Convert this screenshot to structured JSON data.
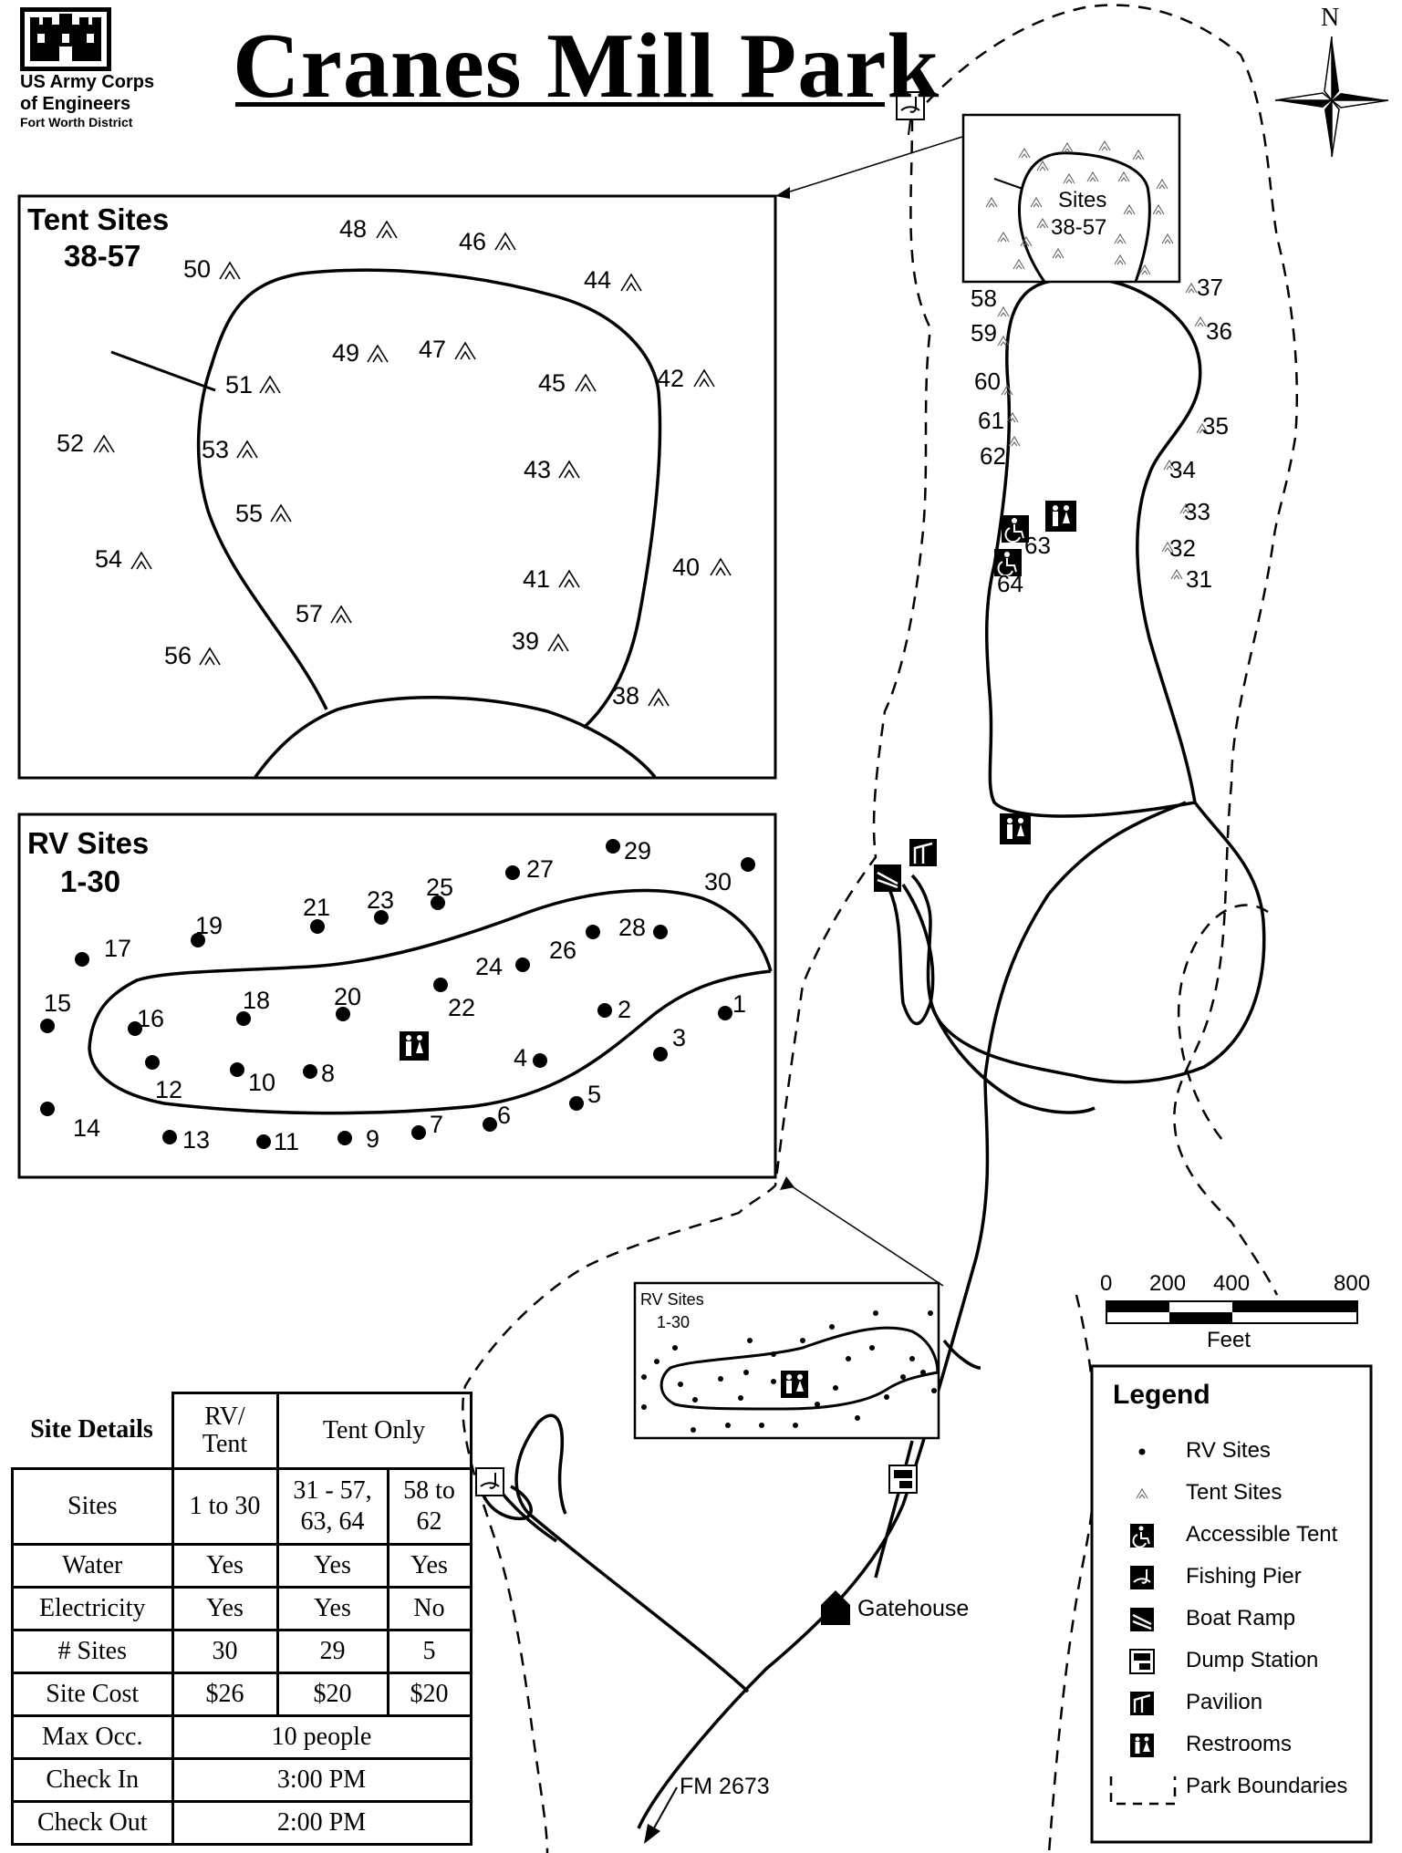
{
  "title": "Cranes Mill Park",
  "agency": {
    "line1": "US Army Corps",
    "line2": "of Engineers",
    "line3": "Fort Worth District"
  },
  "north_label": "N",
  "tent_inset": {
    "title": "Tent Sites",
    "range": "38-57",
    "sites": [
      "38",
      "39",
      "40",
      "41",
      "42",
      "43",
      "44",
      "45",
      "46",
      "47",
      "48",
      "49",
      "50",
      "51",
      "52",
      "53",
      "54",
      "55",
      "56",
      "57"
    ]
  },
  "rv_inset": {
    "title": "RV Sites",
    "range": "1-30",
    "sites": [
      "1",
      "2",
      "3",
      "4",
      "5",
      "6",
      "7",
      "8",
      "9",
      "10",
      "11",
      "12",
      "13",
      "14",
      "15",
      "16",
      "17",
      "18",
      "19",
      "20",
      "21",
      "22",
      "23",
      "24",
      "25",
      "26",
      "27",
      "28",
      "29",
      "30"
    ]
  },
  "overview": {
    "tent_box_label_1": "Sites",
    "tent_box_label_2": "38-57",
    "rv_box_label_1": "RV Sites",
    "rv_box_label_2": "1-30",
    "side_sites": [
      "58",
      "59",
      "60",
      "61",
      "62",
      "63",
      "64",
      "37",
      "36",
      "35",
      "34",
      "33",
      "32",
      "31"
    ],
    "gatehouse": "Gatehouse",
    "road": "FM 2673"
  },
  "scale": {
    "ticks": [
      "0",
      "200",
      "400",
      "800"
    ],
    "unit": "Feet"
  },
  "legend": {
    "title": "Legend",
    "items": [
      {
        "label": "RV Sites",
        "icon": "rv-site-dot-icon"
      },
      {
        "label": "Tent Sites",
        "icon": "tent-site-icon"
      },
      {
        "label": "Accessible Tent",
        "icon": "accessible-icon"
      },
      {
        "label": "Fishing Pier",
        "icon": "fishing-pier-icon"
      },
      {
        "label": "Boat Ramp",
        "icon": "boat-ramp-icon"
      },
      {
        "label": "Dump Station",
        "icon": "dump-station-icon"
      },
      {
        "label": "Pavilion",
        "icon": "pavilion-icon"
      },
      {
        "label": "Restrooms",
        "icon": "restroom-icon"
      },
      {
        "label": "Park Boundaries",
        "icon": "park-boundary-icon"
      }
    ]
  },
  "site_details": {
    "title": "Site Details",
    "col_rv_tent_1": "RV/",
    "col_rv_tent_2": "Tent",
    "col_tent_only": "Tent Only",
    "rows": [
      {
        "label": "Sites",
        "rv": "1 to 30",
        "t1": "31 - 57, 63, 64",
        "t2": "58 to 62"
      },
      {
        "label": "Water",
        "rv": "Yes",
        "t1": "Yes",
        "t2": "Yes"
      },
      {
        "label": "Electricity",
        "rv": "Yes",
        "t1": "Yes",
        "t2": "No"
      },
      {
        "label": "# Sites",
        "rv": "30",
        "t1": "29",
        "t2": "5"
      },
      {
        "label": "Site Cost",
        "rv": "$26",
        "t1": "$20",
        "t2": "$20"
      }
    ],
    "max_occ_label": "Max Occ.",
    "max_occ": "10 people",
    "check_in_label": "Check In",
    "check_in": "3:00 PM",
    "check_out_label": "Check Out",
    "check_out": "2:00 PM",
    "sites_t1_line1": "31 - 57,",
    "sites_t1_line2": "63, 64",
    "sites_t2_line1": "58 to",
    "sites_t2_line2": "62"
  }
}
